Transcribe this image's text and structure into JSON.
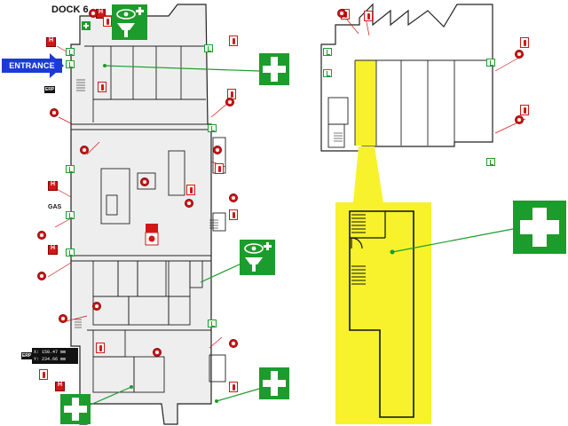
{
  "plan": {
    "title": "DOCK 6",
    "entrance_label": "ENTRANCE",
    "gas_label": "GAS",
    "erp_label": "ERP",
    "coordinate_readout": {
      "x": "X: 150.47 mm",
      "y": "Y: 234.66 mm"
    }
  },
  "colors": {
    "first_aid_green": "#1c9c2c",
    "fire_red": "#d01818",
    "highlight_yellow": "#f7f22b",
    "entrance_blue": "#1b3ad6",
    "floor_grey": "#eeeeee"
  },
  "icons": [
    "first-aid-cross-icon",
    "eyewash-station-icon",
    "fire-extinguisher-icon",
    "fire-alarm-icon",
    "fire-hose-icon",
    "emergency-exit-icon",
    "entrance-arrow-icon"
  ]
}
